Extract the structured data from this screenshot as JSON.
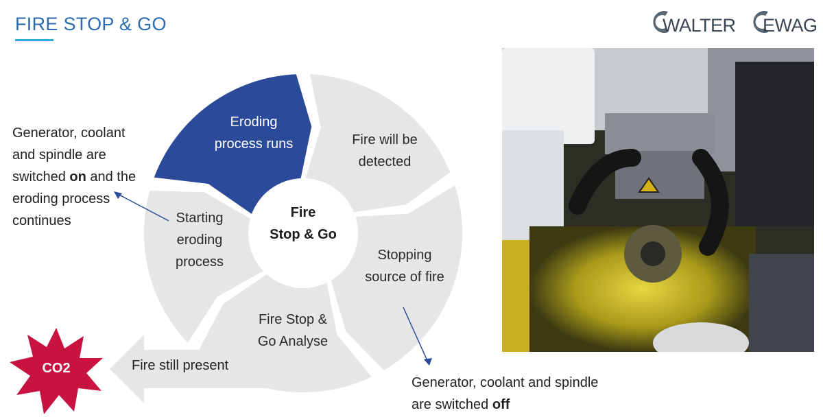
{
  "header": {
    "title": "FIRE STOP & GO",
    "logos": [
      "WALTER",
      "EWAG"
    ]
  },
  "cycle": {
    "center": [
      "Fire",
      "Stop & Go"
    ],
    "segments": [
      {
        "label": [
          "Eroding",
          "process runs"
        ],
        "highlighted": true
      },
      {
        "label": [
          "Fire will be",
          "detected"
        ],
        "highlighted": false
      },
      {
        "label": [
          "Stopping",
          "source of fire"
        ],
        "highlighted": false
      },
      {
        "label": [
          "Fire Stop &",
          "Go Analyse"
        ],
        "highlighted": false
      },
      {
        "label": [
          "Starting",
          "eroding",
          "process"
        ],
        "highlighted": false
      }
    ],
    "colors": {
      "highlight": "#2c4a9a",
      "segment": "#e6e6e6",
      "accent_arrow": "#2c4a9a",
      "co2": "#c8123f"
    }
  },
  "notes": {
    "on": {
      "lines": [
        "Generator, coolant",
        "and spindle are",
        "switched ",
        "eroding process",
        "continues"
      ],
      "bold": "on",
      "after_bold": " and the"
    },
    "off": {
      "lines": [
        "Generator, coolant and spindle",
        "are switched "
      ],
      "bold": "off"
    }
  },
  "fire_still_present": "Fire still present",
  "co2": "CO2",
  "photo": {
    "description_icon": "machine-photo"
  }
}
